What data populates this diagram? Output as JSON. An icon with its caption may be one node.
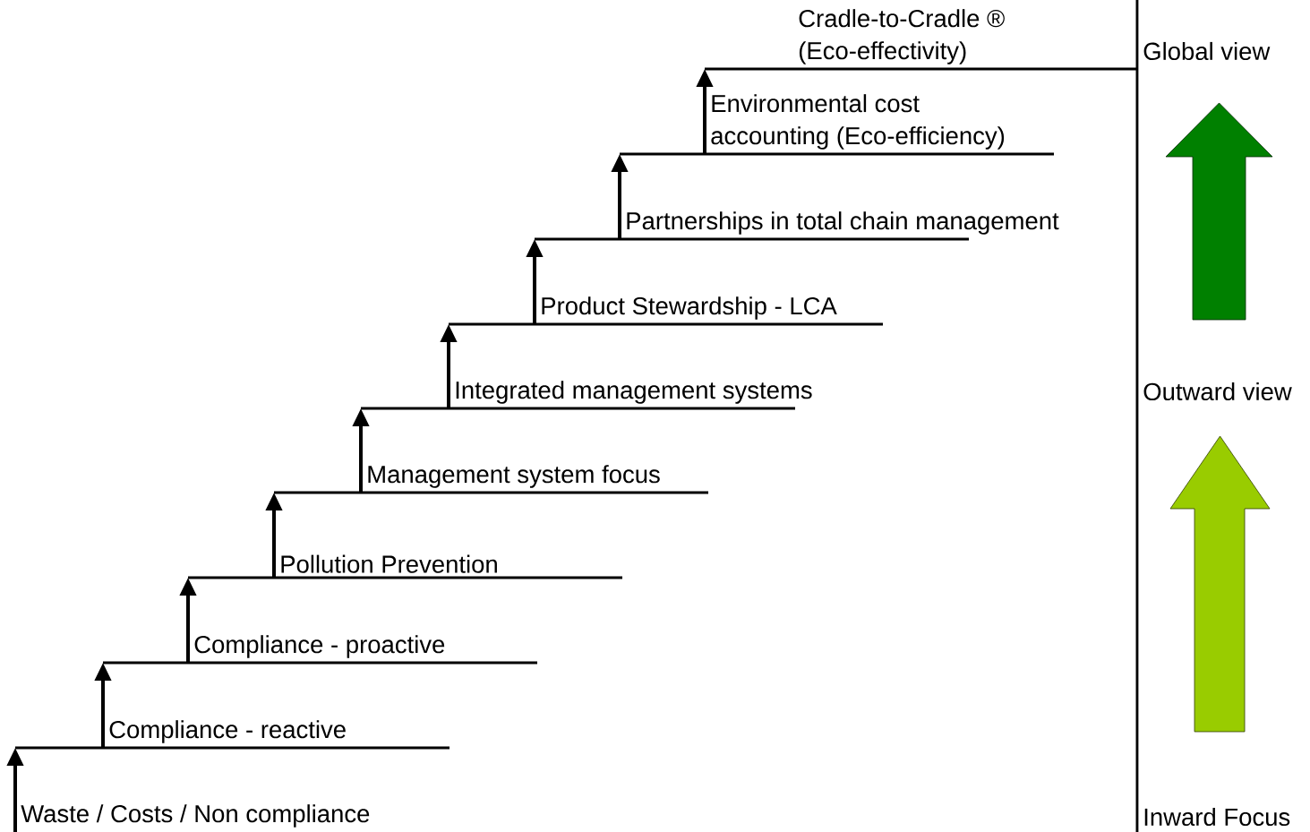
{
  "diagram": {
    "nodes": [
      {
        "text": [
          "Waste / Costs / Non compliance"
        ]
      },
      {
        "text": [
          "Compliance - reactive"
        ]
      },
      {
        "text": [
          "Compliance - proactive"
        ]
      },
      {
        "text": [
          "Pollution Prevention"
        ]
      },
      {
        "text": [
          "Management system focus"
        ]
      },
      {
        "text": [
          "Integrated management systems"
        ]
      },
      {
        "text": [
          "Product Stewardship - LCA"
        ]
      },
      {
        "text": [
          "Partnerships in total chain management"
        ]
      },
      {
        "text": [
          "Environmental cost accounting (Eco-efficiency)"
        ]
      },
      {
        "text": [
          "Cradle-to-Cradle ® (Eco-effectivity)"
        ]
      }
    ],
    "edges": [
      {
        "from": 0,
        "to": 1,
        "arrow": "to"
      },
      {
        "from": 1,
        "to": 2,
        "arrow": "to"
      },
      {
        "from": 2,
        "to": 3,
        "arrow": "to"
      },
      {
        "from": 3,
        "to": 4,
        "arrow": "to"
      },
      {
        "from": 4,
        "to": 5,
        "arrow": "to"
      },
      {
        "from": 5,
        "to": 6,
        "arrow": "to"
      },
      {
        "from": 6,
        "to": 7,
        "arrow": "to"
      },
      {
        "from": 7,
        "to": 8,
        "arrow": "to"
      },
      {
        "from": 8,
        "to": 9,
        "arrow": "to"
      }
    ],
    "labels": [
      "Global view",
      "Outward view",
      "Inward Focus"
    ]
  }
}
